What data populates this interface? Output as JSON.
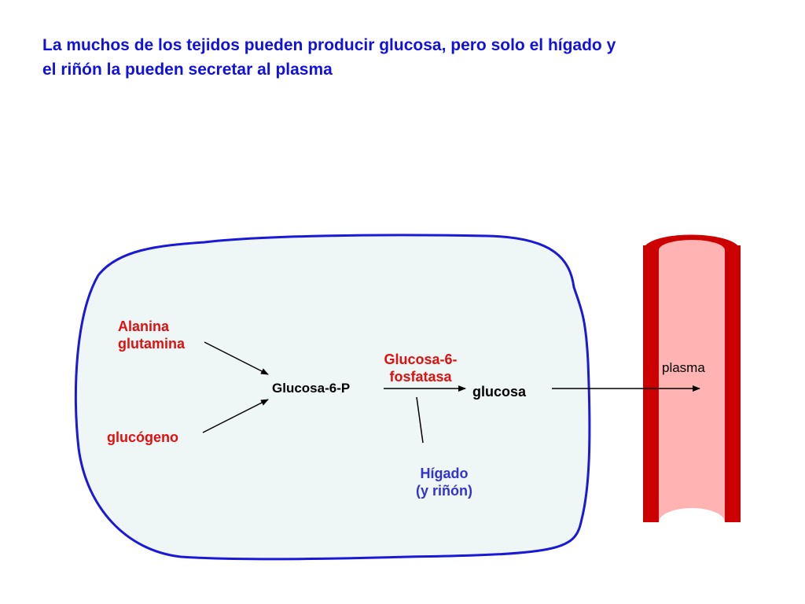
{
  "title": {
    "line1": "La muchos de los tejidos pueden producir glucosa, pero solo el hígado y",
    "line2": "el riñón la pueden secretar al plasma"
  },
  "diagram": {
    "precursor_aminoacids": {
      "line1": "Alanina",
      "line2": "glutamina"
    },
    "precursor_glycogen": "glucógeno",
    "intermediate": "Glucosa-6-P",
    "enzyme": {
      "line1": "Glucosa-6-",
      "line2": "fosfatasa"
    },
    "product": "glucosa",
    "organs": {
      "line1": "Hígado",
      "line2": "(y riñón)"
    },
    "vessel_label": "plasma"
  },
  "colors": {
    "title": "#1111dd",
    "precursor_text": "#e01010",
    "enzyme_text": "#e01010",
    "organ_text": "#3333cc",
    "cell_outline": "#1a1ad6",
    "cell_fill": "#eff6f6",
    "vessel_wall": "#cc0000",
    "vessel_lumen": "#ffb3b3"
  }
}
